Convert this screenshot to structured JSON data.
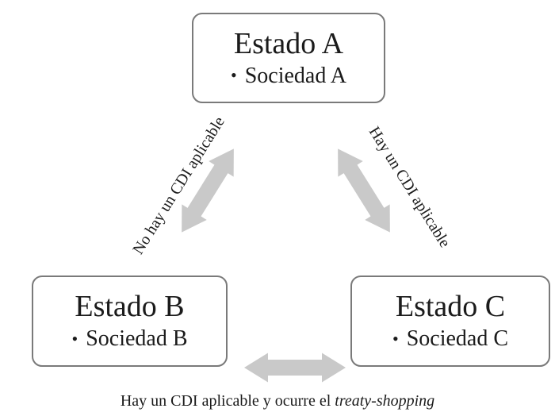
{
  "diagram": {
    "bullet_glyph": "•",
    "boxes": [
      {
        "title": "Estado A",
        "bullet": "Sociedad A"
      },
      {
        "title": "Estado B",
        "bullet": "Sociedad B"
      },
      {
        "title": "Estado C",
        "bullet": "Sociedad C"
      }
    ],
    "edges": {
      "ab": {
        "label": "No hay un CDI aplicable"
      },
      "ac": {
        "label": "Hay un CDI aplicable"
      },
      "bc": {
        "caption_regular": "Hay un CDI aplicable y ocurre el ",
        "caption_italic": "treaty-shopping"
      }
    },
    "colors": {
      "arrow": "#c9c9c9",
      "box_border": "#7a7a7a",
      "text": "#1b1b1b"
    }
  }
}
